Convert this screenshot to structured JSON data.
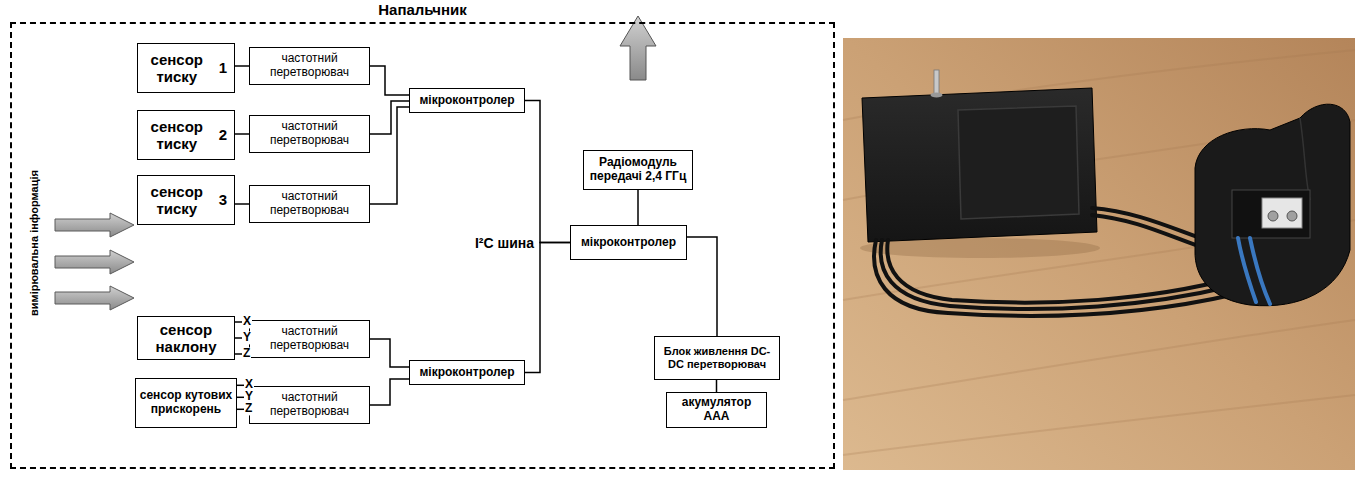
{
  "diagram": {
    "nodes": [
      {
        "text": [
          "Напальчник"
        ]
      },
      {
        "text": [
          "сенсор тиску",
          "1"
        ],
        "in": 0
      },
      {
        "text": [
          "частотний перетворювач"
        ],
        "in": 0
      },
      {
        "text": [
          "сенсор тиску",
          "2"
        ],
        "in": 0
      },
      {
        "text": [
          "частотний перетворювач"
        ],
        "in": 0
      },
      {
        "text": [
          "сенсор тиску",
          "3"
        ],
        "in": 0
      },
      {
        "text": [
          "частотний перетворювач"
        ],
        "in": 0
      },
      {
        "text": [
          "мікроконтролер"
        ],
        "in": 0
      },
      {
        "text": [
          "сенсор наклону"
        ],
        "in": 0
      },
      {
        "text": [
          "частотний перетворювач"
        ],
        "in": 0
      },
      {
        "text": [
          "сенсор кутових прискорень"
        ],
        "in": 0
      },
      {
        "text": [
          "частотний перетворювач"
        ],
        "in": 0
      },
      {
        "text": [
          "мікроконтролер"
        ],
        "in": 0
      },
      {
        "text": [
          "мікроконтролер"
        ],
        "in": 0
      },
      {
        "text": [
          "Радіомодуль передачі 2,4 ГГц"
        ],
        "in": 0
      },
      {
        "text": [
          "Блок живлення DC-DC перетворювач"
        ],
        "in": 0
      },
      {
        "text": [
          "акумулятор AAA"
        ],
        "in": 0
      }
    ],
    "edges": [
      {
        "from": 1,
        "to": 2,
        "arrow": "none"
      },
      {
        "from": 3,
        "to": 4,
        "arrow": "none"
      },
      {
        "from": 5,
        "to": 6,
        "arrow": "none"
      },
      {
        "from": 2,
        "to": 7,
        "arrow": "none"
      },
      {
        "from": 4,
        "to": 7,
        "arrow": "none"
      },
      {
        "from": 6,
        "to": 7,
        "arrow": "none"
      },
      {
        "from": 8,
        "to": 9,
        "label": "X",
        "arrow": "none"
      },
      {
        "from": 8,
        "to": 9,
        "label": "Y",
        "arrow": "none"
      },
      {
        "from": 8,
        "to": 9,
        "label": "Z",
        "arrow": "none"
      },
      {
        "from": 10,
        "to": 11,
        "label": "X",
        "arrow": "none"
      },
      {
        "from": 10,
        "to": 11,
        "label": "Y",
        "arrow": "none"
      },
      {
        "from": 10,
        "to": 11,
        "label": "Z",
        "arrow": "none"
      },
      {
        "from": 9,
        "to": 12,
        "arrow": "none"
      },
      {
        "from": 11,
        "to": 12,
        "arrow": "none"
      },
      {
        "from": 7,
        "to": 13,
        "arrow": "none"
      },
      {
        "from": 12,
        "to": 13,
        "arrow": "none"
      },
      {
        "from": 13,
        "to": 14,
        "arrow": "none"
      },
      {
        "from": 13,
        "to": 15,
        "arrow": "none"
      },
      {
        "from": 15,
        "to": 16,
        "arrow": "none"
      }
    ],
    "labels": [
      "I²C шина",
      "вимірювальна інформація"
    ]
  }
}
